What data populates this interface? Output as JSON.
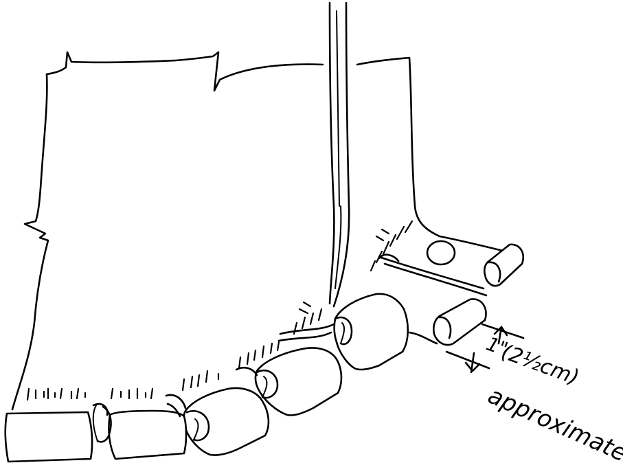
{
  "annotations": {
    "inch_mark": "1\"",
    "measurement": "(2½cm)",
    "qualifier": "approximate"
  },
  "colors": {
    "ink": "#000000",
    "paper": "#ffffff"
  }
}
